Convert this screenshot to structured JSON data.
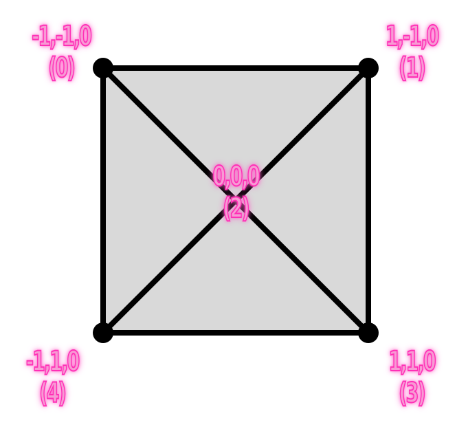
{
  "colors": {
    "background": "#ffffff",
    "square_fill": "#d9d9d9",
    "stroke": "#000000",
    "vertex": "#000000",
    "label_fill": "#f79ad4",
    "label_stroke": "#ff2fb6",
    "label_glow": "#ff5fc8"
  },
  "vertices": [
    {
      "coords": "-1,-1,0",
      "index": "(0)"
    },
    {
      "coords": "1,-1,0",
      "index": "(1)"
    },
    {
      "coords": "0,0,0",
      "index": "(2)"
    },
    {
      "coords": "1,1,0",
      "index": "(3)"
    },
    {
      "coords": "-1,1,0",
      "index": "(4)"
    }
  ]
}
